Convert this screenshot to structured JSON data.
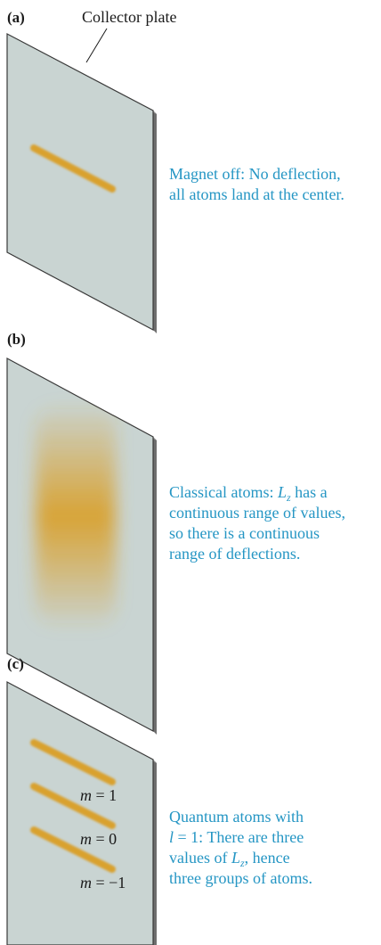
{
  "panels": [
    {
      "label": "(a)",
      "callout": "Collector plate",
      "caption": [
        "Magnet off: No deflection,",
        "all atoms land at the center."
      ]
    },
    {
      "label": "(b)",
      "caption_line1": {
        "pre": "Classical atoms: ",
        "var": "L",
        "sub": "z",
        "post": " has a"
      },
      "caption": [
        "continuous range of values,",
        "so there is a continuous",
        "range of deflections."
      ]
    },
    {
      "label": "(c)",
      "caption_line1": "Quantum atoms with",
      "caption_line2": {
        "var": "l",
        "post": " = 1: There are three"
      },
      "caption_line3": {
        "pre": "values of ",
        "var": "L",
        "sub": "z",
        "post": ", hence"
      },
      "caption_line4": "three groups of atoms.",
      "m_labels": [
        {
          "var": "m",
          "value": "1"
        },
        {
          "var": "m",
          "value": "0"
        },
        {
          "var": "m",
          "value": "−1"
        }
      ]
    }
  ],
  "colors": {
    "plate": "#c9d4d2",
    "plate_edge": "#3a3a3a",
    "atoms": "#d9a12e",
    "caption": "#2596c4"
  }
}
